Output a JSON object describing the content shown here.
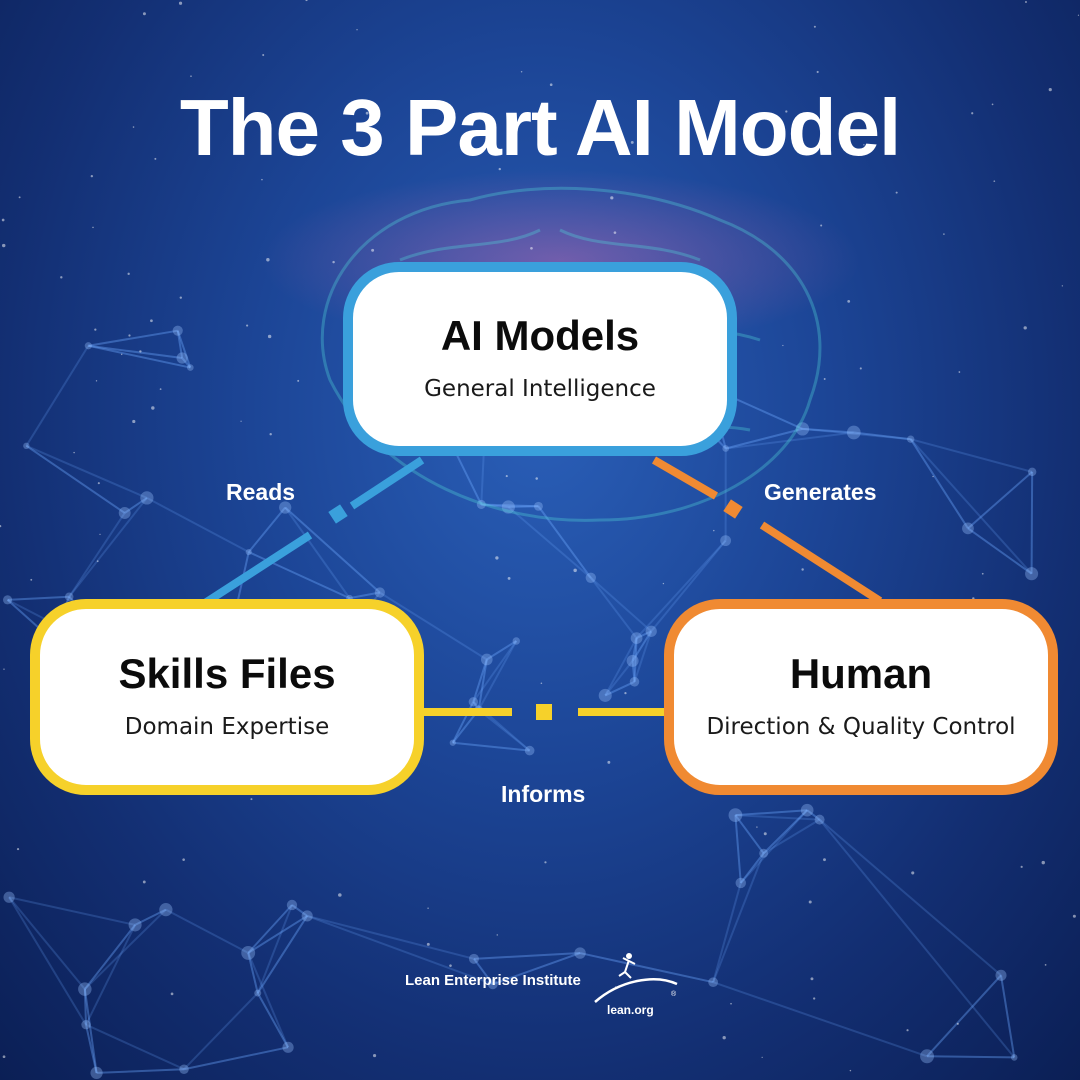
{
  "title": "The 3 Part AI Model",
  "colors": {
    "ai_border": "#3aa0dc",
    "skills_border": "#f6d12a",
    "human_border": "#f08a32",
    "background": "#1c4596"
  },
  "nodes": {
    "ai": {
      "title": "AI Models",
      "subtitle": "General Intelligence"
    },
    "skills": {
      "title": "Skills Files",
      "subtitle": "Domain Expertise"
    },
    "human": {
      "title": "Human",
      "subtitle": "Direction & Quality Control"
    }
  },
  "edges": {
    "reads": "Reads",
    "generates": "Generates",
    "informs": "Informs"
  },
  "footer": {
    "org_name": "Lean Enterprise Institute",
    "url": "lean.org",
    "logo_icon": "runner-swoosh-icon"
  }
}
